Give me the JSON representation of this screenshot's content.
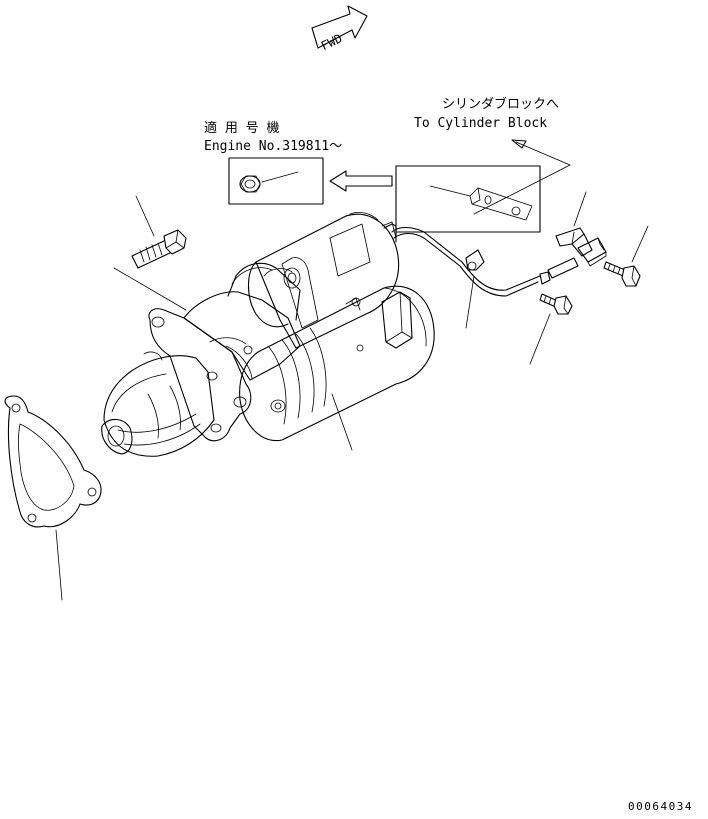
{
  "fwd_arrow": {
    "label": "FWD"
  },
  "applicable": {
    "title": "適 用 号 機",
    "engine_no": "Engine No.319811～"
  },
  "cylinder_note": {
    "jp": "シリンダブロックへ",
    "en": "To Cylinder Block"
  },
  "drawing_number": "00064034"
}
